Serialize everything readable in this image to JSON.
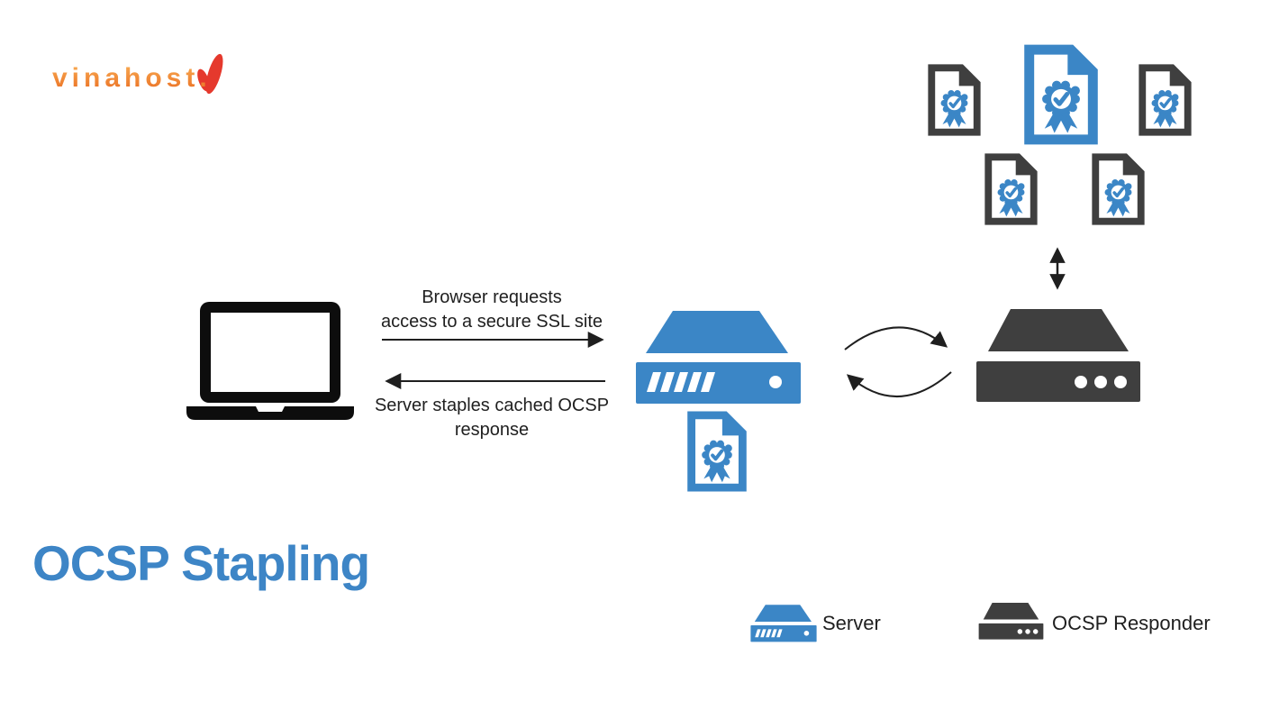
{
  "logo": {
    "text": "vinahost.",
    "check_icon": "red-check-mark"
  },
  "title": "OCSP Stapling",
  "flow": {
    "request_line1": "Browser requests",
    "request_line2": "access to a secure SSL site",
    "response_line1": "Server staples cached OCSP",
    "response_line2": "response"
  },
  "legend": {
    "items": [
      {
        "icon": "server-blue-icon",
        "label": "Server"
      },
      {
        "icon": "server-dark-icon",
        "label": "OCSP Responder"
      }
    ]
  },
  "icons": {
    "client": "laptop-icon",
    "web_server": "blue-server-icon",
    "stapled_certificate": "certificate-icon",
    "ocsp_responder": "dark-server-icon",
    "certificate_store": "five-certificate-icons",
    "exchange": "cycle-arrows-icon",
    "cert_link": "double-headed-arrow-icon"
  },
  "colors": {
    "accent_blue": "#3b86c6",
    "title_blue": "#3d85c6",
    "dark_gray": "#3f3f3f",
    "arrow_black": "#1f1f1f",
    "logo_orange_light": "#f9ae55",
    "logo_orange_dark": "#e96a1f",
    "logo_red": "#e5392d"
  }
}
